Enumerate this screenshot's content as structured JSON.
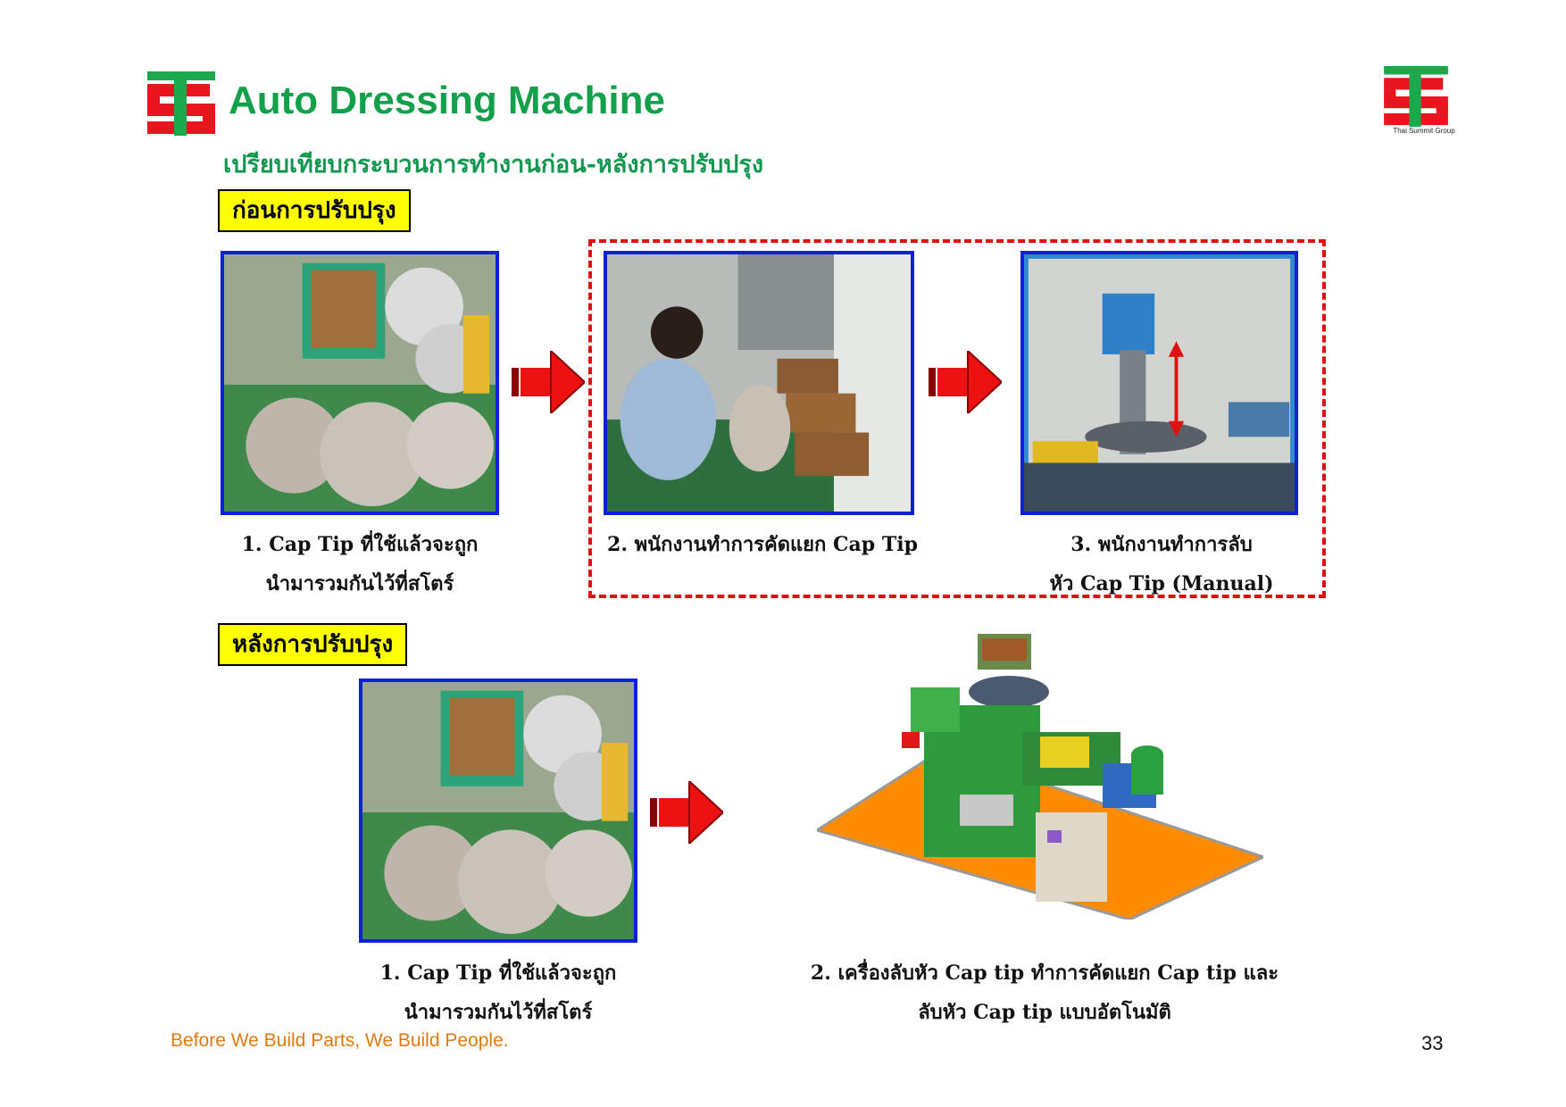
{
  "header": {
    "title": "Auto Dressing Machine",
    "subtitle": "เปรียบเทียบกระบวนการทำงานก่อน-หลังการปรับปรุง",
    "corner_logo_caption": "Thai Summit Group"
  },
  "before": {
    "label": "ก่อนการปรับปรุง",
    "steps": [
      {
        "line1": "1. Cap Tip ที่ใช้แล้วจะถูก",
        "line2": "นำมารวมกันไว้ที่สโตร์"
      },
      {
        "line1": "2. พนักงานทำการคัดแยก Cap Tip",
        "line2": ""
      },
      {
        "line1": "3. พนักงานทำการลับ",
        "line2": "หัว Cap Tip (Manual)"
      }
    ]
  },
  "after": {
    "label": "หลังการปรับปรุง",
    "steps": [
      {
        "line1": "1. Cap Tip ที่ใช้แล้วจะถูก",
        "line2": "นำมารวมกันไว้ที่สโตร์"
      },
      {
        "line1": "2. เครื่องลับหัว Cap tip ทำการคัดแยก Cap tip และ",
        "line2": "ลับหัว Cap tip แบบอัตโนมัติ"
      }
    ]
  },
  "footer": {
    "slogan": "Before We Build Parts, We Build People.",
    "page_number": "33"
  },
  "colors": {
    "title_green": "#12a04a",
    "label_yellow": "#ffff00",
    "photo_border": "#1020d8",
    "arrow_red": "#ee1111",
    "dashed_red": "#e01010",
    "footer_orange": "#e07a10"
  }
}
